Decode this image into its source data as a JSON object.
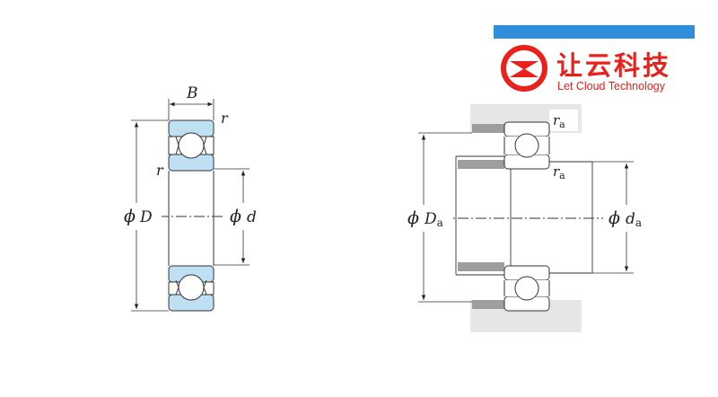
{
  "logo": {
    "name_cn": "让云科技",
    "name_en": "Let Cloud Technology",
    "colors": {
      "brand_red": "#e8211c",
      "bar_blue": "#2f8fdc"
    }
  },
  "bearing_diagram": {
    "width_label": "B",
    "fillet_label": "r",
    "outer_diameter_label": "D",
    "bore_diameter_label": "d",
    "diameter_symbol": "ϕ",
    "ring_fill": "#bfe0f2"
  },
  "mounting_diagram": {
    "housing_shoulder_label": "D",
    "housing_shoulder_sub": "a",
    "shaft_shoulder_label": "d",
    "shaft_shoulder_sub": "a",
    "fillet_label": "r",
    "fillet_sub": "a",
    "diameter_symbol": "ϕ",
    "housing_fill": "#e6e6e6"
  }
}
